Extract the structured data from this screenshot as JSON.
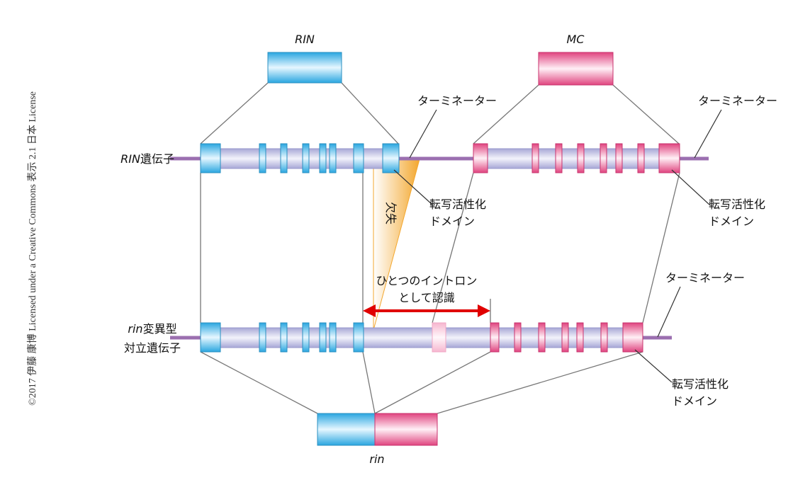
{
  "credit": "©2017 伊藤 康博 Licensed under a Creative Commons 表示 2.1 日本 License",
  "colors": {
    "blue": "#3fb0e0",
    "pink": "#e04e8c",
    "strand": "#9b6fb0",
    "intron": "#b4b4dc",
    "deletion": "#f3a72e",
    "arrow": "#e00000",
    "connector": "#777777"
  },
  "top_labels": {
    "rin_protein": "RIN",
    "mc_protein": "MC"
  },
  "gene_labels": {
    "rin_gene_italic": "RIN",
    "rin_gene_suffix": "遺伝子",
    "mutant_italic": "rin",
    "mutant_suffix": "変異型",
    "mutant_line2": "対立遺伝子"
  },
  "annotations": {
    "terminator_1": "ターミネーター",
    "terminator_2": "ターミネーター",
    "terminator_3": "ターミネーター",
    "activation_1_line1": "転写活性化",
    "activation_1_line2": "ドメイン",
    "activation_2_line1": "転写活性化",
    "activation_2_line2": "ドメイン",
    "activation_3_line1": "転写活性化",
    "activation_3_line2": "ドメイン",
    "deletion": "欠失",
    "single_intron_line1": "ひとつのイントロン",
    "single_intron_line2": "として認識"
  },
  "bottom_label": "rin"
}
